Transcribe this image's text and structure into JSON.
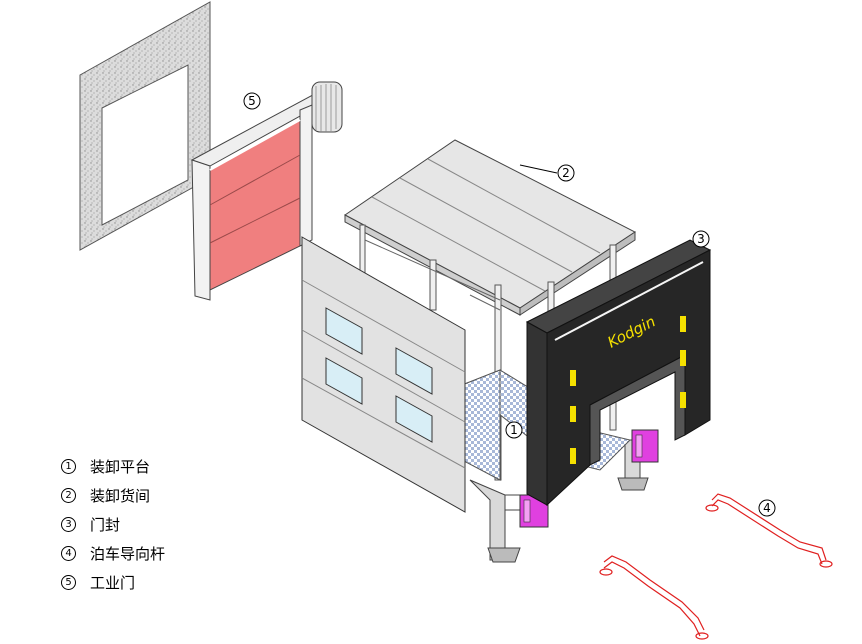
{
  "diagram": {
    "brand": "Kodgin",
    "colors": {
      "door_panel": "#f07f7f",
      "seal_body": "#262626",
      "seal_stripe": "#f5e000",
      "leveler_bracket": "#e040e0",
      "guide_rail": "#e02020"
    },
    "callouts": [
      {
        "id": "1",
        "label": "装卸平台"
      },
      {
        "id": "2",
        "label": "装卸货间"
      },
      {
        "id": "3",
        "label": "门封"
      },
      {
        "id": "4",
        "label": "泊车导向杆"
      },
      {
        "id": "5",
        "label": "工业门"
      }
    ]
  }
}
